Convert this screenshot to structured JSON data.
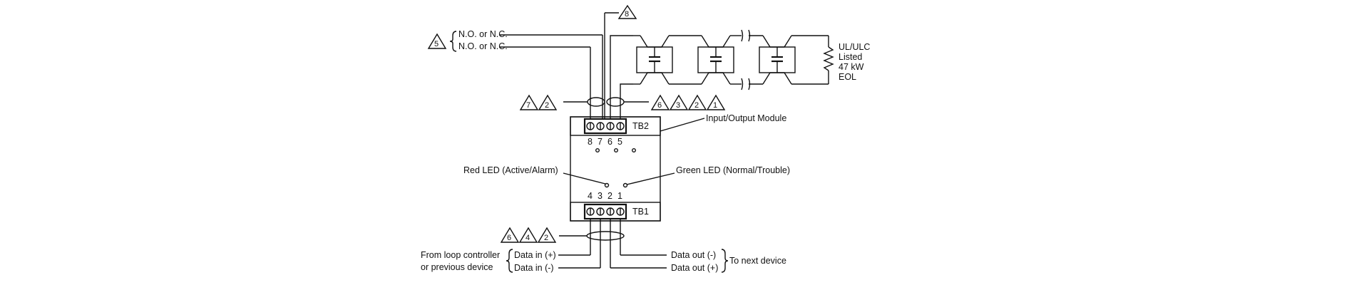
{
  "diagram": {
    "module_label": "Input/Output Module",
    "tb2": {
      "label": "TB2",
      "terminals": [
        "8",
        "7",
        "6",
        "5"
      ]
    },
    "tb1": {
      "label": "TB1",
      "terminals": [
        "4",
        "3",
        "2",
        "1"
      ]
    },
    "red_led": "Red LED (Active/Alarm)",
    "green_led": "Green LED (Normal/Trouble)",
    "contacts": {
      "line1": "N.O. or N.C.",
      "line2": "N.O. or N.C."
    },
    "eol": {
      "line1": "UL/ULC",
      "line2": "Listed",
      "line3": "47 kW",
      "line4": "EOL"
    },
    "from_loop": {
      "line1": "From loop controller",
      "line2": "or previous device"
    },
    "data_in_plus": "Data in (+)",
    "data_in_minus": "Data in (-)",
    "data_out_minus": "Data out (-)",
    "data_out_plus": "Data out (+)",
    "to_next": "To next device",
    "notes": {
      "contact_note": "5",
      "top_note": "8",
      "left_pair": [
        "7",
        "2"
      ],
      "right_group": [
        "6",
        "3",
        "2",
        "1"
      ],
      "bottom_group": [
        "6",
        "4",
        "2"
      ]
    }
  }
}
